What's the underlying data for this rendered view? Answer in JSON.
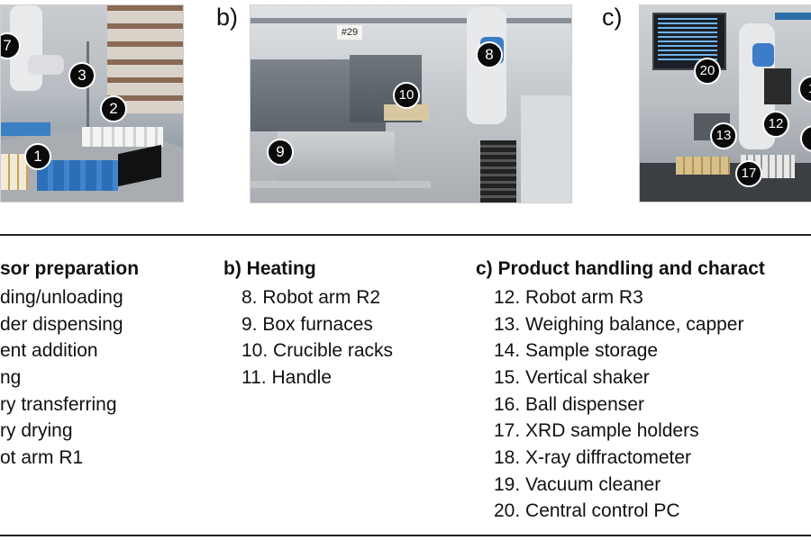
{
  "panels": {
    "b_letter": "b)",
    "c_letter": "c)"
  },
  "badges": {
    "a": [
      "7",
      "3",
      "2",
      "1"
    ],
    "b": [
      "8",
      "10",
      "9"
    ],
    "c": [
      "20",
      "12",
      "13",
      "17",
      "1",
      "1"
    ]
  },
  "photo_texts": {
    "label_29": "#29"
  },
  "legend": {
    "a_heading": "sor preparation",
    "a_items": [
      "ding/unloading",
      "der dispensing",
      "ent addition",
      "ng",
      "ry transferring",
      "ry drying",
      "ot arm R1"
    ],
    "b_heading": "b) Heating",
    "b_items": [
      "8. Robot arm R2",
      "9. Box furnaces",
      "10. Crucible racks",
      "11. Handle"
    ],
    "c_heading": "c) Product handling and charact",
    "c_items": [
      "12. Robot arm R3",
      "13. Weighing balance, capper",
      "14. Sample storage",
      "15. Vertical shaker",
      "16. Ball dispenser",
      "17. XRD sample holders",
      "18. X-ray diffractometer",
      "19. Vacuum cleaner",
      "20. Central control PC"
    ]
  }
}
